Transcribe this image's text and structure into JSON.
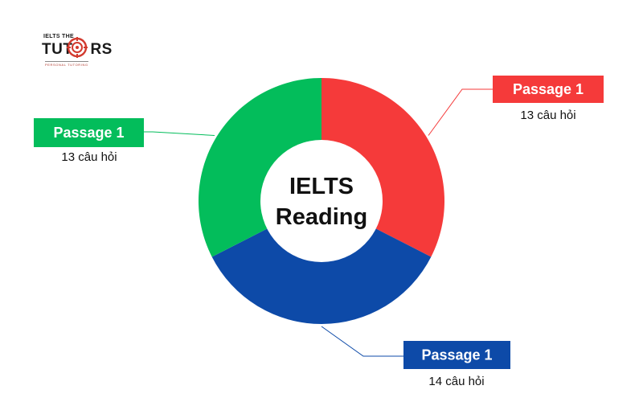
{
  "logo": {
    "top_text": "IELTS THE",
    "main_left": "TUT",
    "main_right": "RS",
    "tagline": "PERSONAL TUTORING"
  },
  "chart_data": {
    "type": "pie",
    "style": "donut",
    "center_title_line1": "IELTS",
    "center_title_line2": "Reading",
    "slices": [
      {
        "label": "Passage 1",
        "text": "13 câu hỏi",
        "value": 13,
        "color": "#f53a3a"
      },
      {
        "label": "Passage 1",
        "text": "14 câu hỏi",
        "value": 14,
        "color": "#0d4aa8"
      },
      {
        "label": "Passage 1",
        "text": "13 câu hỏi",
        "value": 13,
        "color": "#03bd5b"
      }
    ],
    "start_position": "top",
    "legend": "callout-labels"
  }
}
